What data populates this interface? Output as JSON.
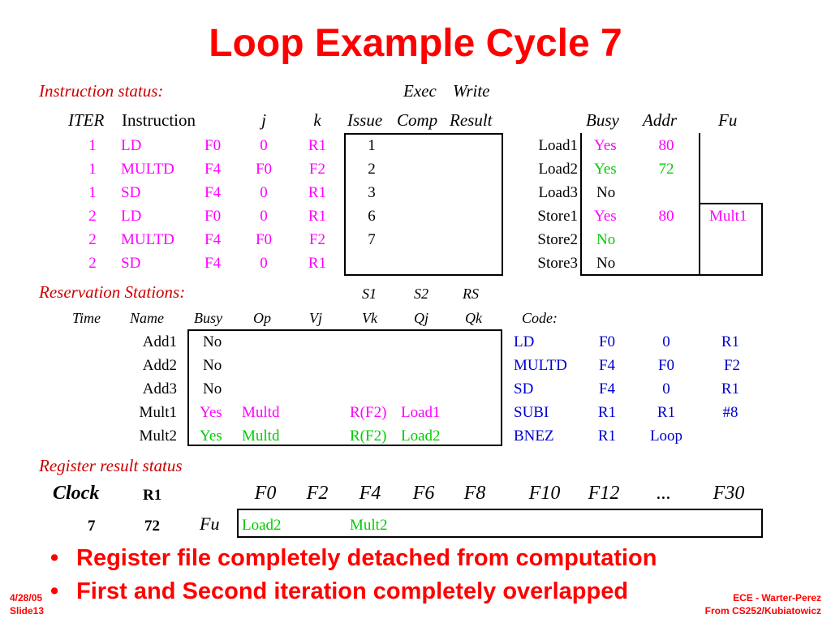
{
  "title": "Loop Example Cycle 7",
  "instruction_status": {
    "label": "Instruction status:",
    "exec_label": "Exec",
    "write_label": "Write",
    "headers": {
      "iter": "ITER",
      "instruction": "Instruction",
      "j": "j",
      "k": "k",
      "issue": "Issue",
      "comp": "Comp",
      "result": "Result"
    },
    "rows": [
      {
        "iter": "1",
        "op": "LD",
        "dest": "F0",
        "j": "0",
        "k": "R1",
        "issue": "1"
      },
      {
        "iter": "1",
        "op": "MULTD",
        "dest": "F4",
        "j": "F0",
        "k": "F2",
        "issue": "2"
      },
      {
        "iter": "1",
        "op": "SD",
        "dest": "F4",
        "j": "0",
        "k": "R1",
        "issue": "3"
      },
      {
        "iter": "2",
        "op": "LD",
        "dest": "F0",
        "j": "0",
        "k": "R1",
        "issue": "6"
      },
      {
        "iter": "2",
        "op": "MULTD",
        "dest": "F4",
        "j": "F0",
        "k": "F2",
        "issue": "7"
      },
      {
        "iter": "2",
        "op": "SD",
        "dest": "F4",
        "j": "0",
        "k": "R1",
        "issue": ""
      }
    ]
  },
  "load_store": {
    "headers": {
      "busy": "Busy",
      "addr": "Addr",
      "fu": "Fu"
    },
    "rows": [
      {
        "name": "Load1",
        "busy": "Yes",
        "addr": "80",
        "fu": ""
      },
      {
        "name": "Load2",
        "busy": "Yes",
        "addr": "72",
        "fu": ""
      },
      {
        "name": "Load3",
        "busy": "No",
        "addr": "",
        "fu": ""
      },
      {
        "name": "Store1",
        "busy": "Yes",
        "addr": "80",
        "fu": "Mult1"
      },
      {
        "name": "Store2",
        "busy": "No",
        "addr": "",
        "fu": ""
      },
      {
        "name": "Store3",
        "busy": "No",
        "addr": "",
        "fu": ""
      }
    ]
  },
  "reservation_stations": {
    "label": "Reservation Stations:",
    "top_headers": {
      "s1": "S1",
      "s2": "S2",
      "rs": "RS"
    },
    "headers": {
      "time": "Time",
      "name": "Name",
      "busy": "Busy",
      "op": "Op",
      "vj": "Vj",
      "vk": "Vk",
      "qj": "Qj",
      "qk": "Qk"
    },
    "rows": [
      {
        "name": "Add1",
        "busy": "No",
        "op": "",
        "vj": "",
        "vk": "",
        "qj": "",
        "qk": ""
      },
      {
        "name": "Add2",
        "busy": "No",
        "op": "",
        "vj": "",
        "vk": "",
        "qj": "",
        "qk": ""
      },
      {
        "name": "Add3",
        "busy": "No",
        "op": "",
        "vj": "",
        "vk": "",
        "qj": "",
        "qk": ""
      },
      {
        "name": "Mult1",
        "busy": "Yes",
        "op": "Multd",
        "vj": "",
        "vk": "R(F2)",
        "qj": "Load1",
        "qk": ""
      },
      {
        "name": "Mult2",
        "busy": "Yes",
        "op": "Multd",
        "vj": "",
        "vk": "R(F2)",
        "qj": "Load2",
        "qk": ""
      }
    ]
  },
  "code": {
    "label": "Code:",
    "rows": [
      {
        "op": "LD",
        "a": "F0",
        "b": "0",
        "c": "R1"
      },
      {
        "op": "MULTD",
        "a": "F4",
        "b": "F0",
        "c": "F2"
      },
      {
        "op": "SD",
        "a": "F4",
        "b": "0",
        "c": "R1"
      },
      {
        "op": "SUBI",
        "a": "R1",
        "b": "R1",
        "c": "#8"
      },
      {
        "op": "BNEZ",
        "a": "R1",
        "b": "Loop",
        "c": ""
      }
    ]
  },
  "register_result_status": {
    "label": "Register result status",
    "clock_label": "Clock",
    "r1_label": "R1",
    "clock_value": "7",
    "r1_value": "72",
    "fu_label": "Fu",
    "registers": [
      "F0",
      "F2",
      "F4",
      "F6",
      "F8",
      "F10",
      "F12",
      "...",
      "F30"
    ],
    "values": [
      "Load2",
      "",
      "Mult2",
      "",
      "",
      "",
      "",
      "",
      ""
    ]
  },
  "bullets": [
    "Register file completely detached from computation",
    "First and Second iteration completely overlapped"
  ],
  "footer": {
    "date": "4/28/05",
    "slide": "Slide13",
    "author": "ECE - Warter-Perez",
    "source": "From CS252/Kubiatowicz"
  }
}
